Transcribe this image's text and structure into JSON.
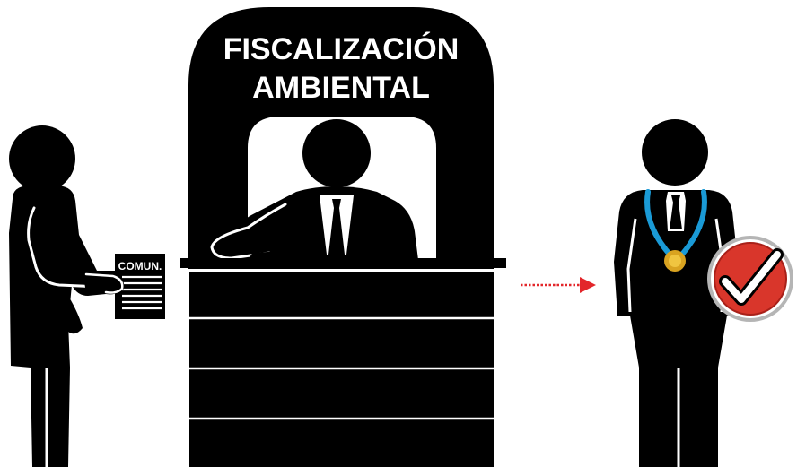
{
  "booth": {
    "title_line1": "FISCALIZACIÓN",
    "title_line2": "AMBIENTAL"
  },
  "document": {
    "label": "COMUN."
  },
  "icons": {
    "approval": "checkmark-badge-icon",
    "medal": "medal-icon",
    "arrow": "dotted-arrow-right-icon"
  },
  "colors": {
    "silhouette": "#000000",
    "background": "#ffffff",
    "arrow": "#e3262a",
    "ribbon": "#1a9ad6",
    "medal": "#d9a320",
    "check_badge": "#d9362b",
    "check_ring": "#b5b5b5"
  }
}
